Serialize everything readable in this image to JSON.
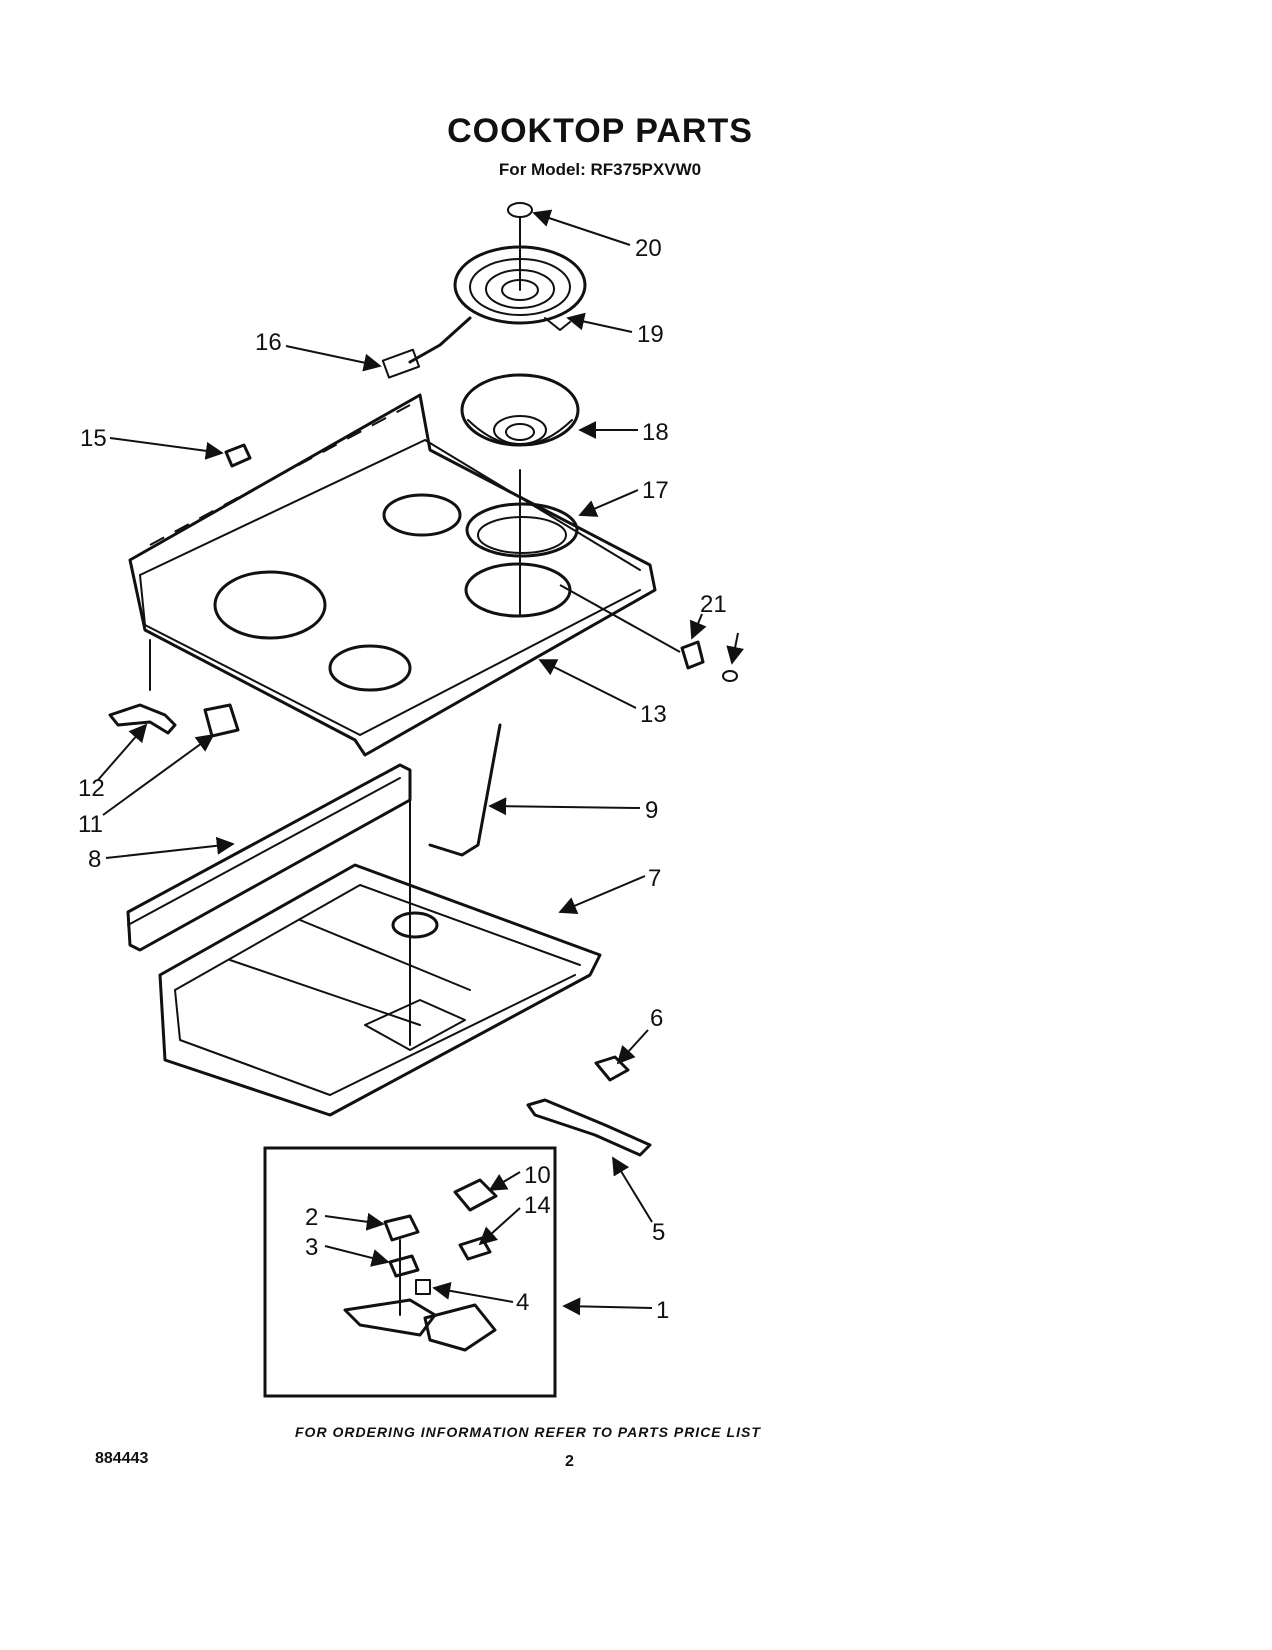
{
  "header": {
    "title": "COOKTOP PARTS",
    "subtitle": "For Model: RF375PXVW0"
  },
  "callouts": {
    "c1": "1",
    "c2": "2",
    "c3": "3",
    "c4": "4",
    "c5": "5",
    "c6": "6",
    "c7": "7",
    "c8": "8",
    "c9": "9",
    "c10": "10",
    "c11": "11",
    "c12": "12",
    "c13": "13",
    "c14": "14",
    "c15": "15",
    "c16": "16",
    "c17": "17",
    "c18": "18",
    "c19": "19",
    "c20": "20",
    "c21": "21"
  },
  "footer": {
    "order_note": "FOR ORDERING INFORMATION REFER TO PARTS PRICE LIST",
    "doc_number": "884443",
    "page_number": "2"
  }
}
